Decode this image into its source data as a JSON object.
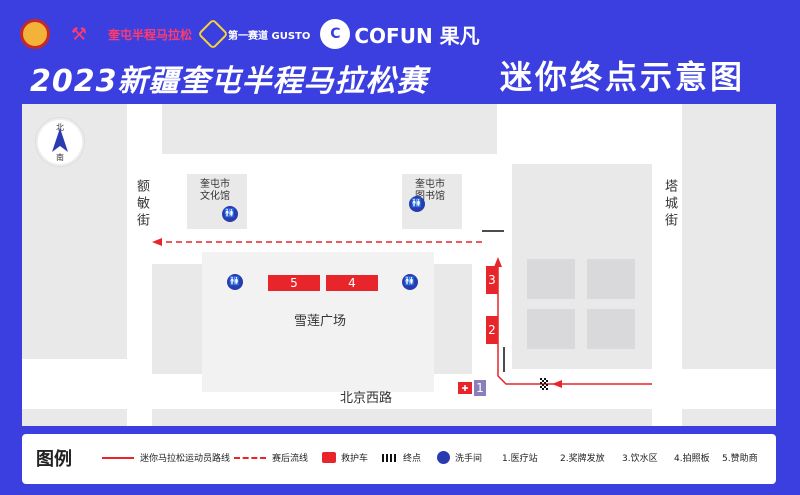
{
  "header": {
    "title": "2023新疆奎屯半程马拉松赛",
    "subtitle": "迷你终点示意图",
    "logos": [
      {
        "name": "org-emblem"
      },
      {
        "name": "runner-logo"
      },
      {
        "name": "kuitun-marathon",
        "text": "奎屯半程马拉松"
      },
      {
        "name": "gusto-logo",
        "text": "第一赛道 GUSTO"
      },
      {
        "name": "cofun-logo",
        "text": "COFUN 果凡"
      }
    ]
  },
  "map": {
    "compass": {
      "north": "北",
      "south": "南"
    },
    "roads": {
      "west": "额敏街",
      "east": "塔城街",
      "south": "北京西路"
    },
    "buildings": {
      "culture_hall": "奎屯市文化馆",
      "library": "奎屯市图书馆",
      "plaza": "雪莲广场"
    },
    "stations": [
      {
        "id": "5",
        "label": "5"
      },
      {
        "id": "4",
        "label": "4"
      },
      {
        "id": "3",
        "label": "3"
      },
      {
        "id": "2",
        "label": "2"
      },
      {
        "id": "1",
        "label": "1"
      }
    ],
    "colors": {
      "route": "#e8252a",
      "station": "#e8252a",
      "toilet": "#2a3bb0",
      "background": "#3b3fe0"
    }
  },
  "legend": {
    "title": "图例",
    "items": [
      {
        "icon": "route-line",
        "label": "迷你马拉松运动员路线"
      },
      {
        "icon": "post-race-dashed-line",
        "label": "赛后流线"
      },
      {
        "icon": "ambulance-icon",
        "label": "救护车"
      },
      {
        "icon": "finish-icon",
        "label": "终点"
      },
      {
        "icon": "toilet-icon",
        "label": "洗手间"
      },
      {
        "label": "1.医疗站"
      },
      {
        "label": "2.奖牌发放"
      },
      {
        "label": "3.饮水区"
      },
      {
        "label": "4.拍照板"
      },
      {
        "label": "5.赞助商"
      }
    ]
  }
}
